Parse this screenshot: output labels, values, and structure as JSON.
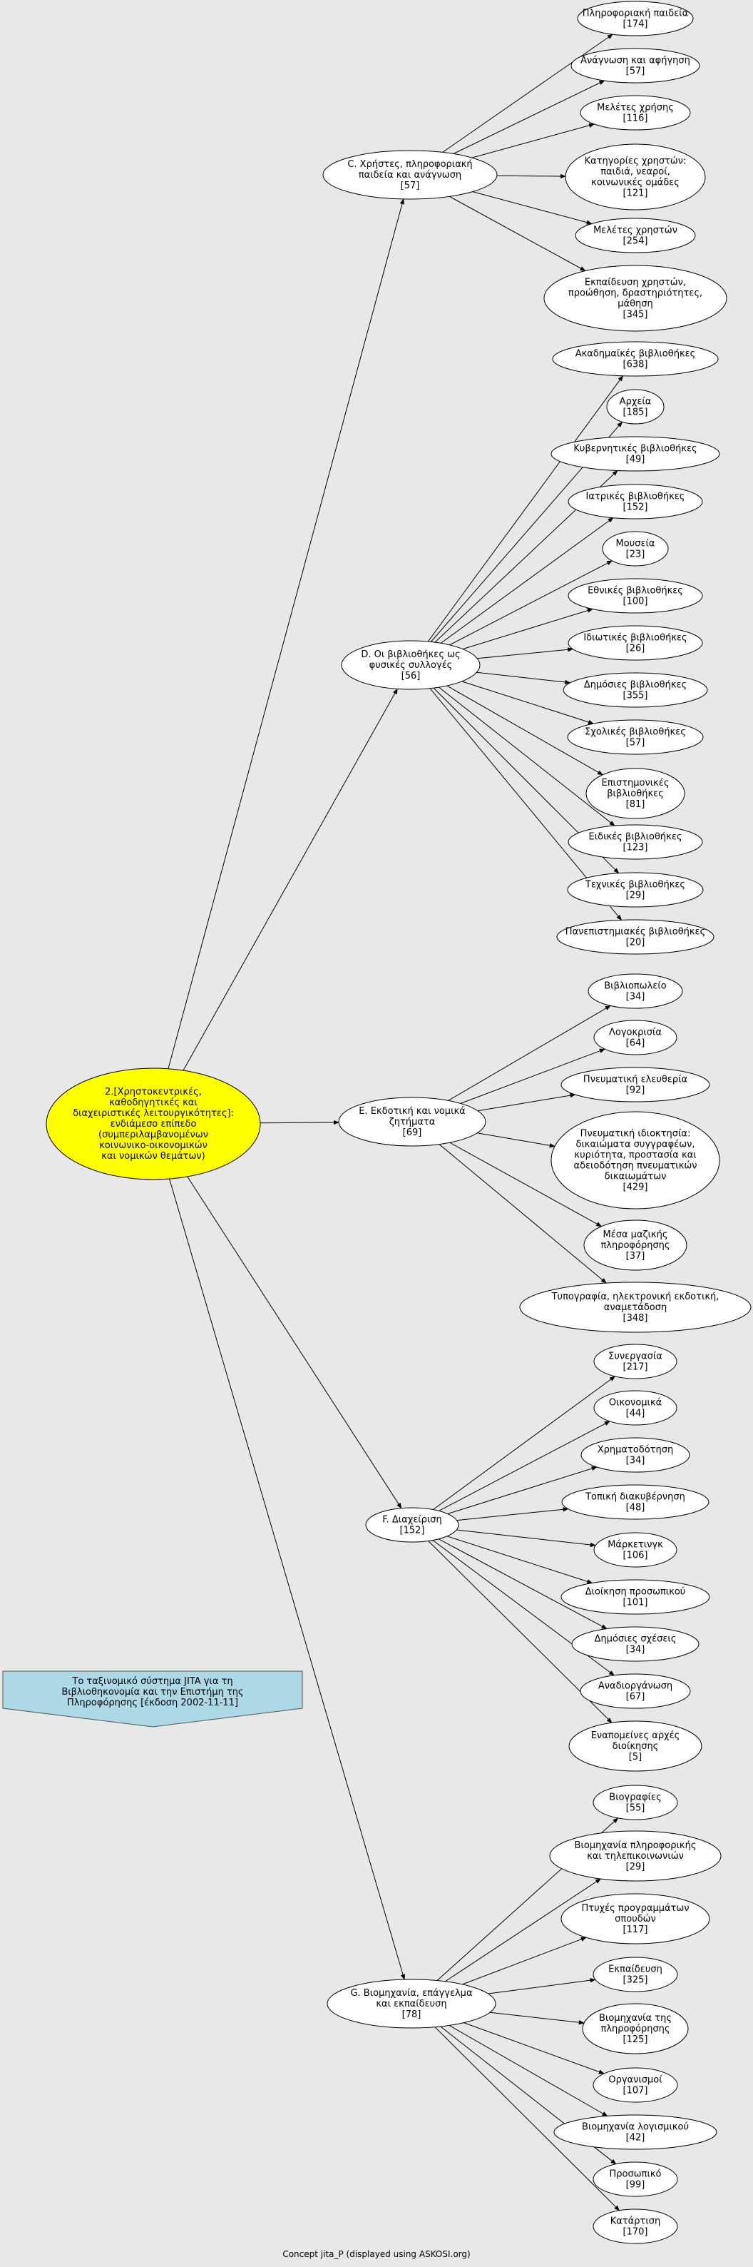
{
  "root": {
    "lines": [
      "2.[Χρηστοκεντρικές,",
      "καθοδηγητικές και",
      "διαχειριστικές λειτουργικότητες]:",
      "ενδιάμεσο επίπεδο",
      "(συμπεριλαμβανομένων",
      "κοινωνικο-οικονομικών",
      "και νομικών θεμάτων)"
    ],
    "fill": "#ffff00"
  },
  "banner": {
    "lines": [
      "Το ταξινομικό σύστημα JITA για τη",
      "Βιβλιοθηκονομία και την Επιστήμη της",
      "Πληροφόρησης [έκδοση 2002-11-11]"
    ],
    "fill": "#add8e6"
  },
  "footer": "Concept jita_P (displayed using ASKOSI.org)",
  "branches": [
    {
      "lines": [
        "C. Χρήστες, πληροφοριακή",
        "παιδεία και ανάγνωση",
        "[57]"
      ],
      "children": [
        [
          "Πληροφοριακή παιδεία",
          "[174]"
        ],
        [
          "Ανάγνωση και αφήγηση",
          "[57]"
        ],
        [
          "Μελέτες χρήσης",
          "[116]"
        ],
        [
          "Κατηγορίες χρηστών:",
          "παιδιά, νεαροί,",
          "κοινωνικές ομάδες",
          "[121]"
        ],
        [
          "Μελέτες χρηστών",
          "[254]"
        ],
        [
          "Εκπαίδευση χρηστών,",
          "προώθηση, δραστηριότητες,",
          "μάθηση",
          "[345]"
        ]
      ]
    },
    {
      "lines": [
        "D. Οι βιβλιοθήκες ως",
        "φυσικές συλλογές",
        "[56]"
      ],
      "children": [
        [
          "Ακαδημαϊκές βιβλιοθήκες",
          "[638]"
        ],
        [
          "Αρχεία",
          "[185]"
        ],
        [
          "Κυβερνητικές βιβλιοθήκες",
          "[49]"
        ],
        [
          "Ιατρικές βιβλιοθήκες",
          "[152]"
        ],
        [
          "Μουσεία",
          "[23]"
        ],
        [
          "Εθνικές βιβλιοθήκες",
          "[100]"
        ],
        [
          "Ιδιωτικές βιβλιοθήκες",
          "[26]"
        ],
        [
          "Δημόσιες βιβλιοθήκες",
          "[355]"
        ],
        [
          "Σχολικές βιβλιοθήκες",
          "[57]"
        ],
        [
          "Επιστημονικές",
          "βιβλιοθήκες",
          "[81]"
        ],
        [
          "Ειδικές βιβλιοθήκες",
          "[123]"
        ],
        [
          "Τεχνικές βιβλιοθήκες",
          "[29]"
        ],
        [
          "Πανεπιστημιακές βιβλιοθήκες",
          "[20]"
        ]
      ]
    },
    {
      "lines": [
        "E. Εκδοτική και νομικά",
        "ζητήματα",
        "[69]"
      ],
      "children": [
        [
          "Βιβλιοπωλείο",
          "[34]"
        ],
        [
          "Λογοκρισία",
          "[64]"
        ],
        [
          "Πνευματική ελευθερία",
          "[92]"
        ],
        [
          "Πνευματική ιδιοκτησία:",
          "δικαιώματα συγγραφέων,",
          "κυριότητα, προστασία και",
          "αδειοδότηση πνευματικών",
          "δικαιωμάτων",
          "[429]"
        ],
        [
          "Μέσα μαζικής",
          "πληροφόρησης",
          "[37]"
        ],
        [
          "Τυπογραφία, ηλεκτρονική εκδοτική,",
          "αναμετάδοση",
          "[348]"
        ]
      ]
    },
    {
      "lines": [
        "F. Διαχείριση",
        "[152]"
      ],
      "children": [
        [
          "Συνεργασία",
          "[217]"
        ],
        [
          "Οικονομικά",
          "[44]"
        ],
        [
          "Χρηματοδότηση",
          "[34]"
        ],
        [
          "Τοπική διακυβέρνηση",
          "[48]"
        ],
        [
          "Μάρκετινγκ",
          "[106]"
        ],
        [
          "Διοίκηση προσωπικού",
          "[101]"
        ],
        [
          "Δημόσιες σχέσεις",
          "[34]"
        ],
        [
          "Αναδιοργάνωση",
          "[67]"
        ],
        [
          "Εναπομείνες αρχές",
          "διοίκησης",
          "[5]"
        ]
      ]
    },
    {
      "lines": [
        "G. Βιομηχανία, επάγγελμα",
        "και εκπαίδευση",
        "[78]"
      ],
      "children": [
        [
          "Βιογραφίες",
          "[55]"
        ],
        [
          "Βιομηχανία πληροφορικής",
          "και τηλεπικοινωνιών",
          "[29]"
        ],
        [
          "Πτυχές προγραμμάτων",
          "σπουδών",
          "[117]"
        ],
        [
          "Εκπαίδευση",
          "[325]"
        ],
        [
          "Βιομηχανία της",
          "πληροφόρησης",
          "[125]"
        ],
        [
          "Οργανισμοί",
          "[107]"
        ],
        [
          "Βιομηχανία λογισμικού",
          "[42]"
        ],
        [
          "Προσωπικό",
          "[99]"
        ],
        [
          "Κατάρτιση",
          "[170]"
        ]
      ]
    }
  ]
}
